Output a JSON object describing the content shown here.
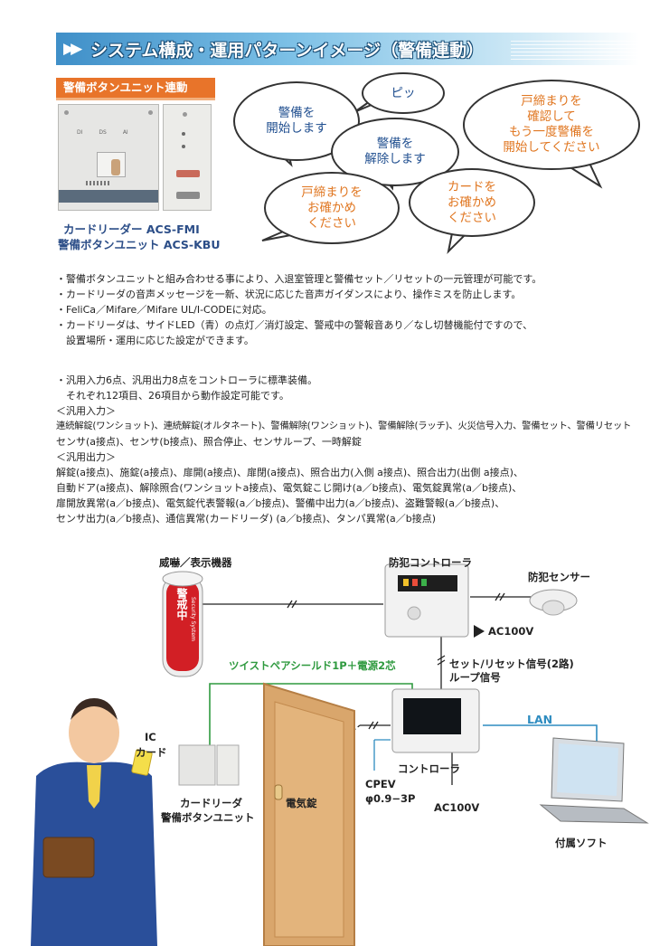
{
  "header": {
    "title": "システム構成・運用パターンイメージ（警備連動）"
  },
  "section": {
    "tag": "警備ボタンユニット連動"
  },
  "device": {
    "caption_line1": "カードリーダー ACS-FMI",
    "caption_line2": "警備ボタンユニット ACS-KBU",
    "panel_labels": [
      "DI",
      "DS",
      "AI"
    ]
  },
  "bubbles": {
    "b1": "警備を\n開始します",
    "b2": "ピッ",
    "b3": "警備を\n解除します",
    "b4": "戸締まりを\n確認して\nもう一度警備を\n開始してください",
    "b5": "戸締まりを\nお確かめ\nください",
    "b6": "カードを\nお確かめ\nください"
  },
  "features": [
    "・警備ボタンユニットと組み合わせる事により、入退室管理と警備セット／リセットの一元管理が可能です。",
    "・カードリーダの音声メッセージを一新、状況に応じた音声ガイダンスにより、操作ミスを防止します。",
    "・FeliCa／Mifare／Mifare UL/I-CODEに対応。",
    "・カードリーダは、サイドLED（青）の点灯／消灯設定、警戒中の警報音あり／なし切替機能付ですので、",
    "　設置場所・運用に応じた設定ができます。"
  ],
  "io_spec": [
    "・汎用入力6点、汎用出力8点をコントローラに標準装備。",
    "　それぞれ12項目、26項目から動作設定可能です。",
    "＜汎用入力＞",
    "連続解錠(ワンショット)、連続解錠(オルタネート)、警備解除(ワンショット)、警備解除(ラッチ)、火災信号入力、警備セット、警備リセット",
    "センサ(a接点)、センサ(b接点)、照合停止、センサループ、一時解錠",
    "＜汎用出力＞",
    "解錠(a接点)、施錠(a接点)、扉開(a接点)、扉閉(a接点)、照合出力(入側 a接点)、照合出力(出側 a接点)、",
    "自動ドア(a接点)、解除照合(ワンショットa接点)、電気錠こじ開け(a／b接点)、電気錠異常(a／b接点)、",
    "扉開放異常(a／b接点)、電気錠代表警報(a／b接点)、警備中出力(a／b接点)、盗難警報(a／b接点)、",
    "センサ出力(a／b接点)、通信異常(カードリーダ) (a／b接点)、タンパ異常(a／b接点)"
  ],
  "diagram": {
    "alarm_device": "威嚇／表示機器",
    "alarm_device_text": "警戒中",
    "alarm_device_brand": "Security System",
    "security_controller": "防犯コントローラ",
    "security_sensor": "防犯センサー",
    "ac_top": "AC100V",
    "signal_line1": "セット/リセット信号(2路)",
    "signal_line2": "ループ信号",
    "twisted_pair": "ツイストペアシールド1P＋電源2芯",
    "lan": "LAN",
    "ic_card_line1": "IC",
    "ic_card_line2": "カード",
    "reader_line1": "カードリーダ",
    "reader_line2": "警備ボタンユニット",
    "electric_lock": "電気錠",
    "controller": "コントローラ",
    "cpev_line1": "CPEV",
    "cpev_line2": "φ0.9−3P",
    "ac_bottom": "AC100V",
    "software": "付属ソフト"
  },
  "colors": {
    "accent_blue": "#2c4e88",
    "accent_orange": "#e8742a",
    "green_line": "#2f9a3f",
    "lan_blue": "#2e8cc0"
  }
}
